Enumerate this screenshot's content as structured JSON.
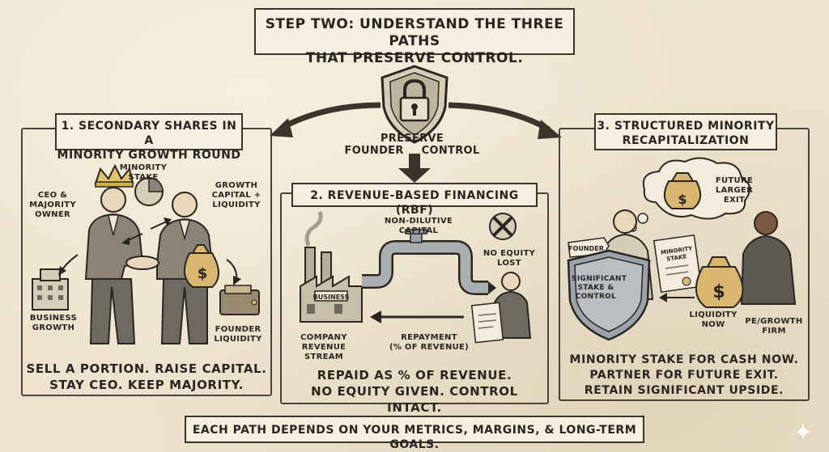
{
  "header": {
    "line1": "STEP TWO: UNDERSTAND THE THREE PATHS",
    "line2": "THAT PRESERVE CONTROL."
  },
  "center": {
    "line1": "PRESERVE",
    "line2_left": "FOUNDER",
    "line2_right": "CONTROL"
  },
  "path1": {
    "title_line1": "1. SECONDARY SHARES IN A",
    "title_line2": "MINORITY GROWTH ROUND",
    "ceo_label": [
      "CEO &",
      "MAJORITY",
      "OWNER"
    ],
    "stake_label": [
      "MINORITY",
      "STAKE"
    ],
    "growth_label": [
      "GROWTH",
      "CAPITAL +",
      "LIQUIDITY"
    ],
    "business_label": [
      "BUSINESS",
      "GROWTH"
    ],
    "liquidity_label": [
      "FOUNDER",
      "LIQUIDITY"
    ],
    "caption_line1": "SELL A PORTION. RAISE CAPITAL.",
    "caption_line2": "STAY CEO. KEEP MAJORITY."
  },
  "path2": {
    "title": "2. REVENUE-BASED FINANCING (RBF)",
    "nondilutive_label": [
      "NON-DILUTIVE",
      "CAPITAL"
    ],
    "noequity_label": [
      "NO EQUITY",
      "LOST"
    ],
    "factory_sign": "BUSINESS",
    "company_label": [
      "COMPANY",
      "REVENUE",
      "STREAM"
    ],
    "repayment_label": [
      "REPAYMENT",
      "(% OF REVENUE)"
    ],
    "caption_line1": "REPAID AS % OF REVENUE.",
    "caption_line2": "NO EQUITY GIVEN. CONTROL INTACT."
  },
  "path3": {
    "title_line1": "3. STRUCTURED MINORITY",
    "title_line2": "RECAPITALIZATION",
    "future_label": [
      "FUTURE",
      "LARGER",
      "EXIT"
    ],
    "founder_tag": "FOUNDER",
    "doc_label": [
      "MINORITY",
      "STAKE"
    ],
    "shield_label": [
      "SIGNIFICANT",
      "STAKE &",
      "CONTROL"
    ],
    "liquidity_label": [
      "LIQUIDITY",
      "NOW"
    ],
    "firm_label": [
      "PE/GROWTH",
      "FIRM"
    ],
    "caption_line1": "MINORITY STAKE FOR CASH NOW.",
    "caption_line2": "PARTNER FOR FUTURE EXIT.",
    "caption_line3": "RETAIN SIGNIFICANT UPSIDE."
  },
  "footer": {
    "text": "EACH PATH DEPENDS ON YOUR METRICS, MARGINS, & LONG-TERM GOALS."
  },
  "colors": {
    "ink": "#2a2520",
    "paper": "#ece2cd",
    "coin": "#d9b770",
    "metal": "#9aa3a8"
  },
  "icons": [
    "padlock-shield-icon",
    "crown-icon",
    "pie-chart-icon",
    "money-bag-icon",
    "wallet-icon",
    "building-icon",
    "factory-icon",
    "pipe-icon",
    "cross-icon",
    "thought-cloud-icon",
    "sparkle-icon"
  ]
}
